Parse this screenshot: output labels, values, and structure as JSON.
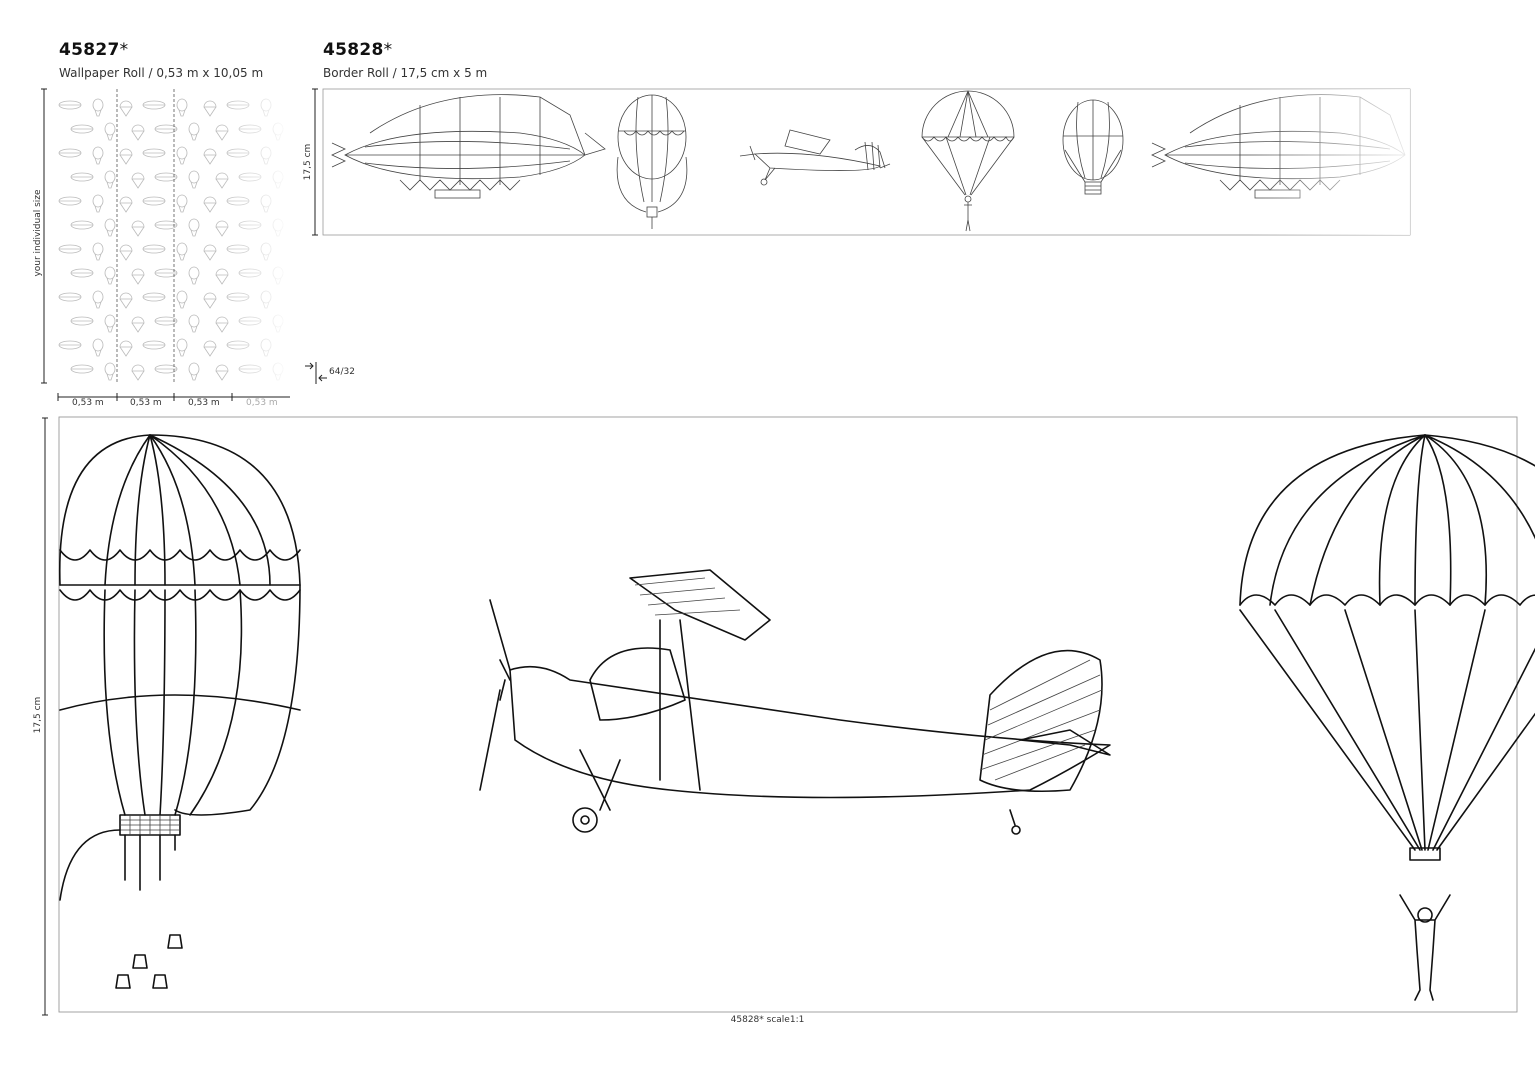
{
  "wallpaper": {
    "code": "45827",
    "star": "*",
    "subtitle": "Wallpaper Roll  / 0,53 m x 10,05 m",
    "side_label": "your individual size",
    "widths": [
      "0,53 m",
      "0,53 m",
      "0,53 m",
      "0,53 m"
    ],
    "repeat": "64/32"
  },
  "border": {
    "code": "45828",
    "star": "*",
    "subtitle": "Border Roll  / 17,5 cm x 5 m",
    "height_label": "17,5 cm"
  },
  "detail": {
    "height_label": "17,5 cm",
    "caption": "45828* scale1:1"
  },
  "icons": {
    "items": [
      "zeppelin-icon",
      "hot-air-balloon-icon",
      "biplane-icon",
      "parachutist-icon",
      "small-balloon-icon"
    ]
  }
}
